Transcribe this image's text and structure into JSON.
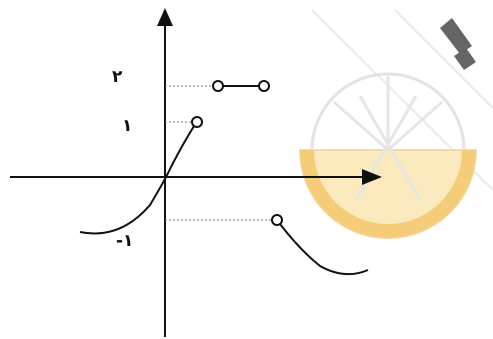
{
  "axes": {
    "tick_label_top": "۲",
    "tick_label_mid": "۱",
    "tick_label_neg": "-۱"
  },
  "colors": {
    "stroke": "#111111",
    "guide": "#777777",
    "watermark_fill": "#fbe8b8",
    "watermark_band": "#f5c86a",
    "watermark_stroke": "#e2e2e2"
  },
  "figure": {
    "curves": [
      {
        "name": "curve-through-origin",
        "open_end": true
      },
      {
        "name": "segment-at-two",
        "open_start": true,
        "open_end": true
      },
      {
        "name": "curve-right-branch",
        "open_start": true
      }
    ],
    "watermark_icon": "lemon-slice-watermark"
  }
}
